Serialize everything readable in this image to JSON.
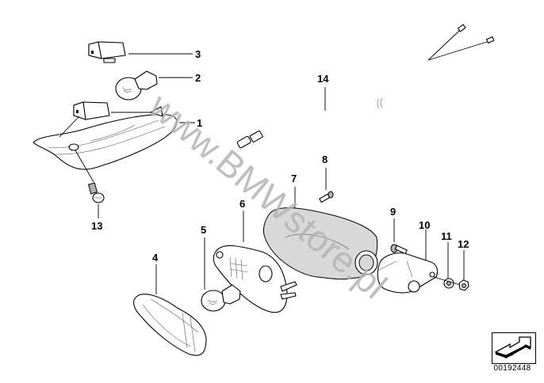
{
  "diagram": {
    "watermark": "www.BMWstore.pl",
    "part_code": "00192448",
    "nav_icon": "arrow-next-icon",
    "callouts": [
      {
        "number": "1",
        "part": "turn-indicator-front"
      },
      {
        "number": "2",
        "part": "bulb"
      },
      {
        "number": "3",
        "part": "bulb-socket"
      },
      {
        "number": "4",
        "part": "lens"
      },
      {
        "number": "5",
        "part": "bulb"
      },
      {
        "number": "6",
        "part": "reflector"
      },
      {
        "number": "7",
        "part": "housing"
      },
      {
        "number": "8",
        "part": "screw"
      },
      {
        "number": "9",
        "part": "screw"
      },
      {
        "number": "10",
        "part": "bracket"
      },
      {
        "number": "11",
        "part": "washer"
      },
      {
        "number": "12",
        "part": "nut"
      },
      {
        "number": "13",
        "part": "screw"
      },
      {
        "number": "14",
        "part": "wiring-harness"
      }
    ]
  }
}
